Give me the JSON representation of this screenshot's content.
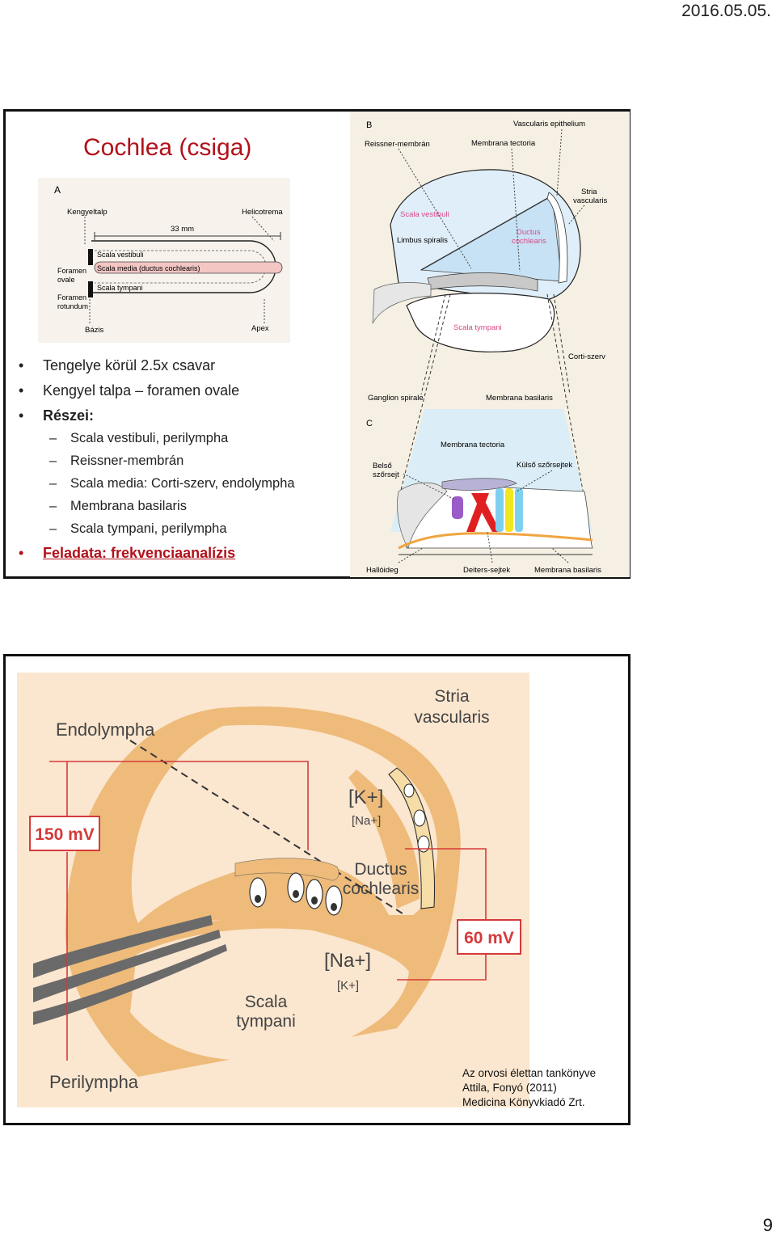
{
  "date": "2016.05.05.",
  "page_number": "9",
  "slide1": {
    "title": "Cochlea (csiga)",
    "bullets": [
      "Tengelye körül 2.5x csavar",
      "Kengyel talpa – foramen ovale",
      "Részei:"
    ],
    "sub_bullets": [
      "Scala vestibuli, perilympha",
      "Reissner-membrán",
      "Scala media: Corti-szerv, endolympha",
      "Membrana basilaris",
      "Scala tympani, perilympha"
    ],
    "task": "Feladata: frekvenciaanalízis",
    "figA": {
      "letter": "A",
      "kengyeltalp": "Kengyeltalp",
      "helicotrema": "Helicotrema",
      "length": "33 mm",
      "scala_vestibuli": "Scala vestibuli",
      "scala_media": "Scala media (ductus cochlearis)",
      "scala_tympani": "Scala tympani",
      "foramen_ovale_1": "Foramen",
      "foramen_ovale_2": "ovale",
      "foramen_rotundum_1": "Foramen",
      "foramen_rotundum_2": "rotundum",
      "bazis": "Bázis",
      "apex": "Apex"
    },
    "figB": {
      "letter": "B",
      "vascularis_epithelium": "Vascularis epithelium",
      "reissner": "Reissner-membrán",
      "membrana_tectoria": "Membrana tectoria",
      "stria_1": "Stria",
      "stria_2": "vascularis",
      "scala_vestibuli": "Scala vestibuli",
      "limbus": "Limbus spiralis",
      "ductus_1": "Ductus",
      "ductus_2": "cochlearis",
      "scala_tympani": "Scala tympani",
      "corti": "Corti-szerv"
    },
    "figC": {
      "letter": "C",
      "ganglion": "Ganglion spirale",
      "membrana_basilaris_top": "Membrana basilaris",
      "membrana_tectoria": "Membrana tectoria",
      "belso_1": "Belső",
      "belso_2": "szőrsejt",
      "kulso": "Külső szőrsejtek",
      "halloideg": "Hallóideg",
      "deiters": "Deiters-sejtek",
      "membrana_basilaris_bottom": "Membrana basilaris"
    }
  },
  "slide2": {
    "endolympha": "Endolympha",
    "stria_1": "Stria",
    "stria_2": "vascularis",
    "k_plus": "[K+]",
    "na_small": "[Na+]",
    "mv150": "150 mV",
    "ductus_1": "Ductus",
    "ductus_2": "cochlearis",
    "mv60": "60 mV",
    "na_plus": "[Na+]",
    "k_small": "[K+]",
    "scala_1": "Scala",
    "scala_2": "tympani",
    "perilympha": "Perilympha",
    "credit_1": "Az orvosi élettan tankönyve",
    "credit_2": "Attila, Fonyó (2011)",
    "credit_3": "Medicina Könyvkiadó Zrt."
  },
  "colors": {
    "title_red": "#b1111b",
    "tan": "#eebb7a",
    "peach": "#fbe6cf",
    "label_red": "#d63a3a"
  }
}
